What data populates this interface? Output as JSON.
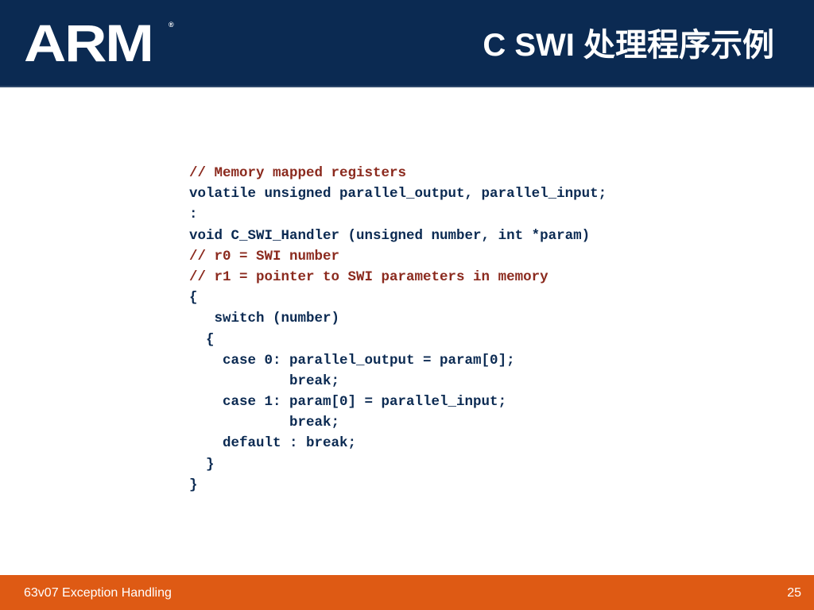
{
  "slide": {
    "logo_text": "ARM",
    "logo_registered": "®",
    "title": "C SWI 处理程序示例",
    "footer_label": "63v07 Exception Handling",
    "page_number": "25"
  },
  "code_lines": [
    {
      "text": "// Memory mapped registers",
      "kind": "comment"
    },
    {
      "text": "volatile unsigned parallel_output, parallel_input;",
      "kind": "code"
    },
    {
      "text": ":",
      "kind": "code"
    },
    {
      "text": "void C_SWI_Handler (unsigned number, int *param)",
      "kind": "code"
    },
    {
      "text": "// r0 = SWI number",
      "kind": "comment"
    },
    {
      "text": "// r1 = pointer to SWI parameters in memory",
      "kind": "comment"
    },
    {
      "text": "{",
      "kind": "code"
    },
    {
      "text": "   switch (number)",
      "kind": "code"
    },
    {
      "text": "  {",
      "kind": "code"
    },
    {
      "text": "    case 0: parallel_output = param[0];",
      "kind": "code"
    },
    {
      "text": "            break;",
      "kind": "code"
    },
    {
      "text": "    case 1: param[0] = parallel_input;",
      "kind": "code"
    },
    {
      "text": "            break;",
      "kind": "code"
    },
    {
      "text": "    default : break;",
      "kind": "code"
    },
    {
      "text": "  }",
      "kind": "code"
    },
    {
      "text": "}",
      "kind": "code"
    }
  ],
  "colors": {
    "header_background": "#0b2a52",
    "footer_background": "#de5a14",
    "code_text": "#0b2a52",
    "comment_text": "#8b2a1e"
  }
}
